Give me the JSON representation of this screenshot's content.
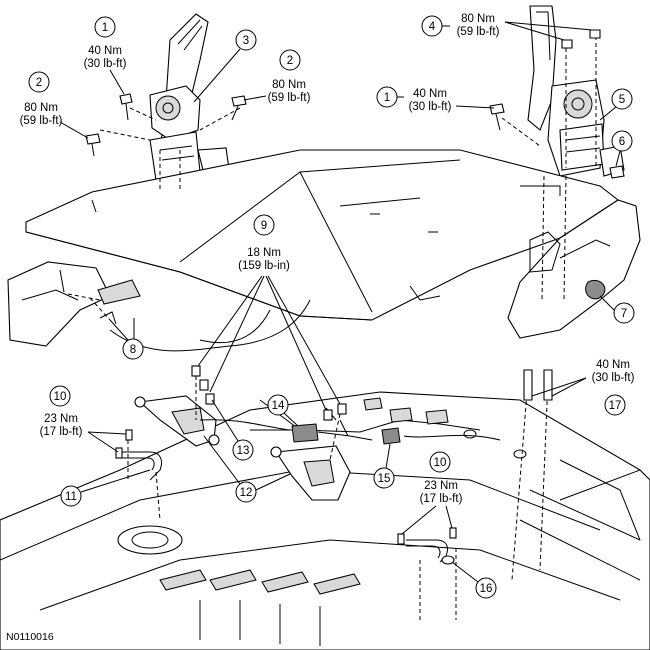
{
  "figure_id": "N0110016",
  "callouts": [
    {
      "id": "c1a",
      "number": "1",
      "torque": [
        "40 Nm",
        "(30 lb-ft)"
      ]
    },
    {
      "id": "c1b",
      "number": "1",
      "torque": [
        "40 Nm",
        "(30 lb-ft)"
      ]
    },
    {
      "id": "c2a",
      "number": "2",
      "torque": [
        "80 Nm",
        "(59 lb-ft)"
      ]
    },
    {
      "id": "c2b",
      "number": "2",
      "torque": [
        "80 Nm",
        "(59 lb-ft)"
      ]
    },
    {
      "id": "c3",
      "number": "3",
      "torque": []
    },
    {
      "id": "c4",
      "number": "4",
      "torque": [
        "80 Nm",
        "(59 lb-ft)"
      ]
    },
    {
      "id": "c5",
      "number": "5",
      "torque": []
    },
    {
      "id": "c6",
      "number": "6",
      "torque": []
    },
    {
      "id": "c7",
      "number": "7",
      "torque": []
    },
    {
      "id": "c8",
      "number": "8",
      "torque": []
    },
    {
      "id": "c9",
      "number": "9",
      "torque": [
        "18 Nm",
        "(159 lb-in)"
      ]
    },
    {
      "id": "c10a",
      "number": "10",
      "torque": [
        "23 Nm",
        "(17 lb-ft)"
      ]
    },
    {
      "id": "c10b",
      "number": "10",
      "torque": [
        "23 Nm",
        "(17 lb-ft)"
      ]
    },
    {
      "id": "c11",
      "number": "11",
      "torque": []
    },
    {
      "id": "c12",
      "number": "12",
      "torque": []
    },
    {
      "id": "c13",
      "number": "13",
      "torque": []
    },
    {
      "id": "c14",
      "number": "14",
      "torque": []
    },
    {
      "id": "c15",
      "number": "15",
      "torque": []
    },
    {
      "id": "c16",
      "number": "16",
      "torque": []
    },
    {
      "id": "c17",
      "number": "17",
      "torque": [
        "40 Nm",
        "(30 lb-ft)"
      ]
    }
  ]
}
